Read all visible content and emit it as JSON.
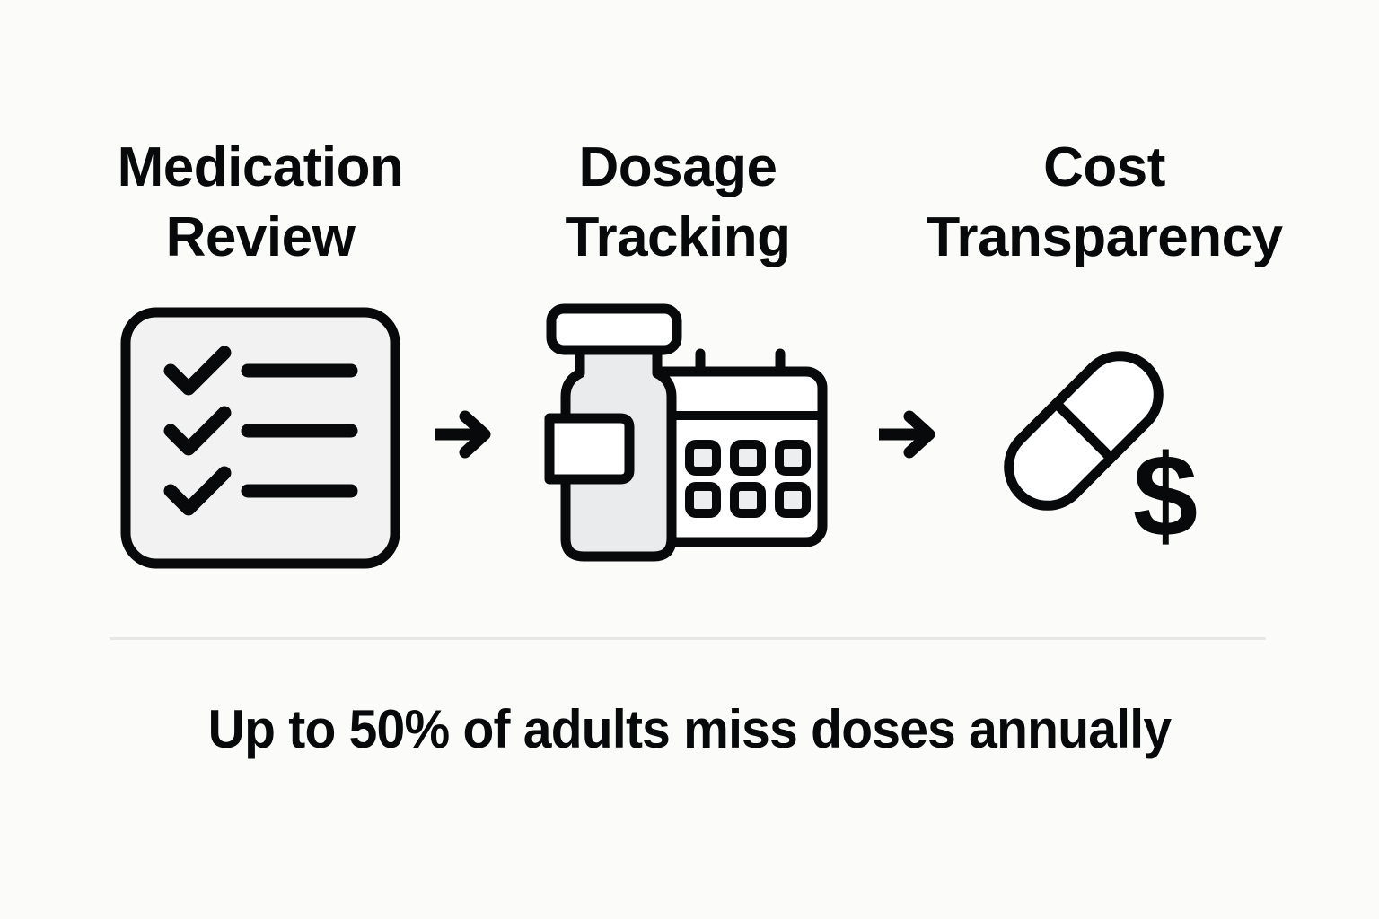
{
  "page": {
    "background_color": "#fbfbf9",
    "ink_color": "#07090a",
    "divider_color": "#e7e7e4",
    "fill_gray": "#e9ebec",
    "fill_light": "#f2f2f2"
  },
  "steps": [
    {
      "title": "Medication\nReview",
      "icon": "checklist-icon"
    },
    {
      "title": "Dosage\nTracking",
      "icon": "pill-bottle-calendar-icon"
    },
    {
      "title": "Cost\nTransparency",
      "icon": "capsule-dollar-icon"
    }
  ],
  "connectors": [
    {
      "icon": "arrow-right-icon"
    },
    {
      "icon": "arrow-right-icon"
    }
  ],
  "caption": {
    "text": "Up to 50% of adults miss doses annually",
    "stat_value": "50%"
  }
}
